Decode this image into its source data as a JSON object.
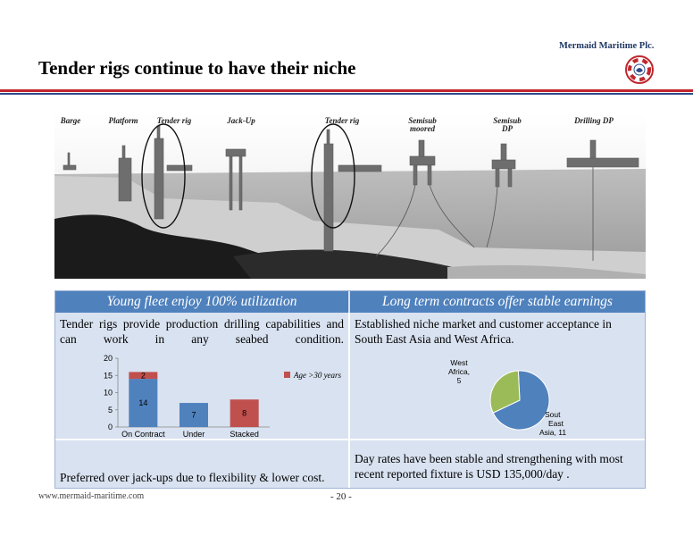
{
  "header": {
    "company": "Mermaid Maritime Plc.",
    "title": "Tender rigs continue to have their niche"
  },
  "illustration": {
    "rig_types": [
      "Barge",
      "Platform",
      "Tender rig",
      "Jack-Up",
      "Tender rig",
      "Semisub\nmoored",
      "Semisub\nDP",
      "Drilling DP"
    ]
  },
  "left_column": {
    "heading": "Young fleet enjoy 100% utilization",
    "top_text": "Tender rigs provide production drilling capabilities and can work in any seabed condition.",
    "bottom_text": "Preferred over jack-ups due to flexibility & lower cost."
  },
  "right_column": {
    "heading": "Long term contracts offer stable earnings",
    "top_text": "Established niche market and customer acceptance in South East Asia and West Africa.",
    "bottom_text": "Day rates have been stable and strengthening with most recent reported fixture is USD 135,000/day ."
  },
  "footer": {
    "url": "www.mermaid-maritime.com",
    "page": "- 20 -"
  },
  "colors": {
    "base_bar": "#4f81bd",
    "old_bar": "#c0504d",
    "pie_sea": "#4f81bd",
    "pie_wa": "#9bbb59"
  },
  "chart_data": [
    {
      "type": "bar",
      "stacked": true,
      "categories": [
        "On Contract",
        "Under Construction",
        "Stacked"
      ],
      "series": [
        {
          "values": [
            14,
            7,
            0
          ],
          "color": "#4f81bd"
        },
        {
          "name": "Age >30 years",
          "values": [
            2,
            0,
            8
          ],
          "color": "#c0504d"
        }
      ],
      "data_labels": [
        {
          "category": "On Contract",
          "series": 0,
          "text": "14"
        },
        {
          "category": "On Contract",
          "series": 1,
          "text": "2"
        },
        {
          "category": "Under Construction",
          "series": 0,
          "text": "7"
        },
        {
          "category": "Stacked",
          "series": 1,
          "text": "8"
        }
      ],
      "yticks": [
        0,
        5,
        10,
        15,
        20
      ],
      "ylim": [
        0,
        20
      ],
      "grid": false,
      "legend": "right"
    },
    {
      "type": "pie",
      "slices": [
        {
          "label": "Sout East Asia",
          "value": 11,
          "display": "Sout\nEast\nAsia, 11",
          "color": "#4f81bd"
        },
        {
          "label": "West Africa",
          "value": 5,
          "display": "West\nAfrica,\n5",
          "color": "#9bbb59"
        }
      ]
    }
  ]
}
